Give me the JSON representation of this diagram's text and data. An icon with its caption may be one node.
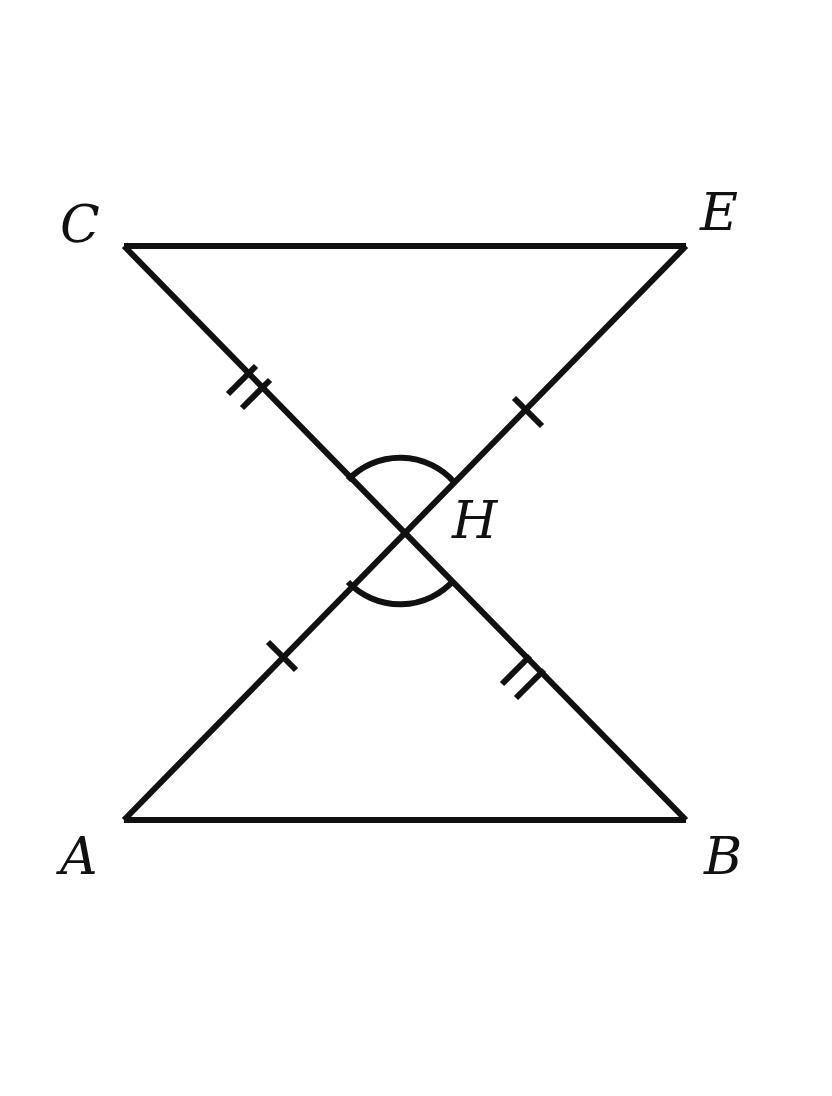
{
  "diagram": {
    "labels": [
      "C",
      "E",
      "H",
      "A",
      "B"
    ]
  }
}
